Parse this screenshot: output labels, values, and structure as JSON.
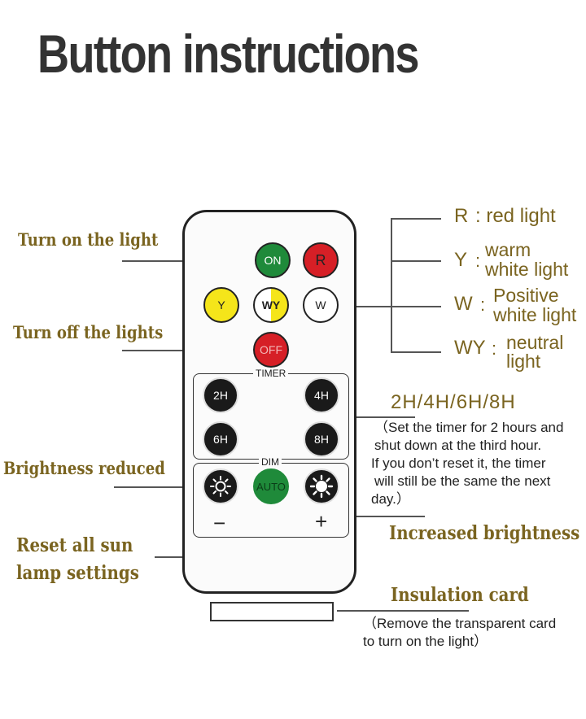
{
  "title": "Button instructions",
  "left_labels": {
    "turn_on": "Turn on the light",
    "turn_off": "Turn off the lights",
    "brightness_reduced": "Brightness reduced",
    "reset_line1": "Reset all sun",
    "reset_line2": "lamp settings"
  },
  "right_labels": {
    "r_key": "R",
    "r_desc": ": red light",
    "y_key": "Y",
    "y_colon": ":",
    "y_desc1": "warm",
    "y_desc2": "white  light",
    "w_key": "W",
    "w_colon": ":",
    "w_desc1": "Positive",
    "w_desc2": "white light",
    "wy_key": "WY",
    "wy_colon": ":",
    "wy_desc1": "neutral",
    "wy_desc2": "light",
    "timer_title": "2H/4H/6H/8H",
    "timer_note": [
      "（Set the timer for 2 hours and",
      "shut down  at the third hour.",
      "If you don’t reset it, the timer",
      "will still be the same the next",
      "day.）"
    ],
    "increased": "Increased brightness",
    "insulation_title": "Insulation card",
    "insulation_note1": "（Remove the transparent card",
    "insulation_note2": "to turn on the light）"
  },
  "remote": {
    "buttons": {
      "on": "ON",
      "r": "R",
      "y": "Y",
      "wy": "WY",
      "w": "W",
      "off": "OFF",
      "h2": "2H",
      "h4": "4H",
      "h6": "6H",
      "h8": "8H",
      "auto": "AUTO"
    },
    "timer_label": "TIMER",
    "dim_label": "DIM",
    "minus": "−",
    "plus": "+"
  },
  "colors": {
    "label_text": "#7a6420",
    "green": "#1f8a3a",
    "red": "#d61f26",
    "yellow": "#f5e51a",
    "black": "#1a1a1a"
  }
}
